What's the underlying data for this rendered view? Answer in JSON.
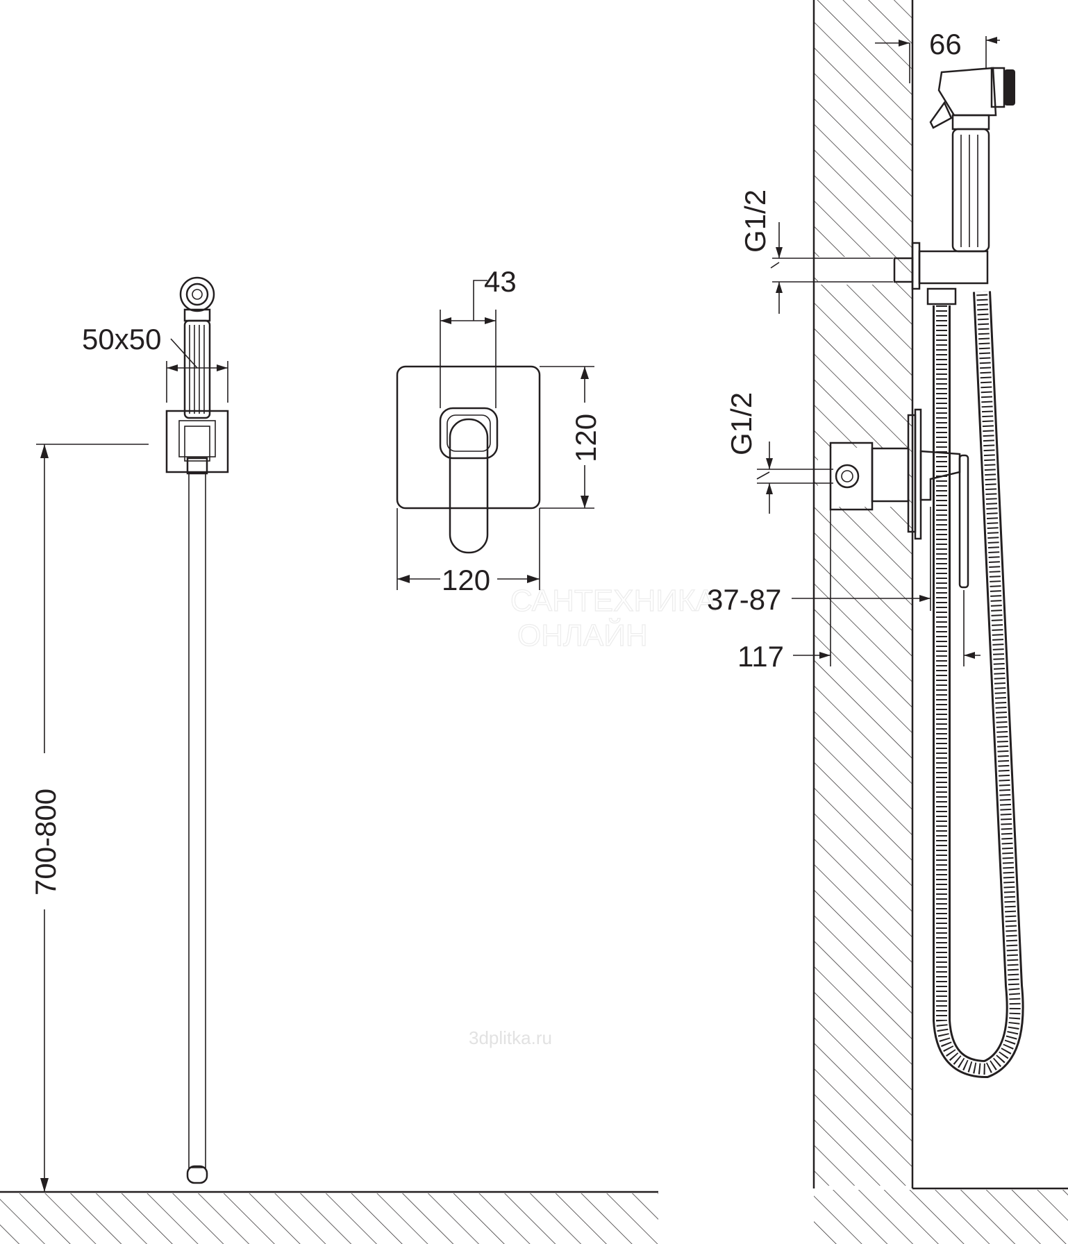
{
  "dimensions": {
    "plate_size": "50x50",
    "install_height": "700-800",
    "lever_width": "43",
    "cover_height": "120",
    "cover_width": "120",
    "spray_offset": "66",
    "thread_upper": "G1/2",
    "thread_lower": "G1/2",
    "mount_depth": "37-87",
    "total_depth": "117"
  },
  "watermarks": {
    "brand_line1": "САНТЕХНИКА",
    "brand_line2": "ОНЛАЙН",
    "site": "3dplitka.ru"
  }
}
